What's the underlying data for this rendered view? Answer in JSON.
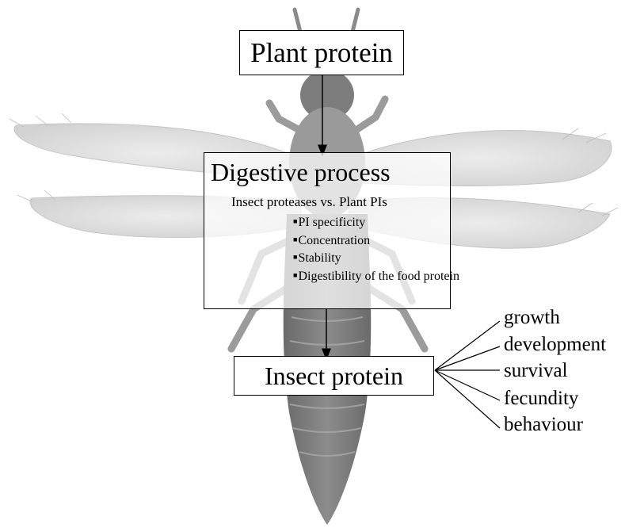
{
  "diagram": {
    "top_node": "Plant protein",
    "middle_node": {
      "title": "Digestive process",
      "subtitle": "Insect proteases vs. Plant PIs",
      "factors": [
        "PI specificity",
        "Concentration",
        "Stability",
        "Digestibility of the food protein"
      ]
    },
    "bottom_node": "Insect protein",
    "effects": [
      "growth",
      "development",
      "survival",
      "fecundity",
      "behaviour"
    ]
  },
  "icons": {
    "background": "insect-illustration-icon",
    "bullet": "square-bullet-icon",
    "arrow": "arrow-down-icon"
  }
}
